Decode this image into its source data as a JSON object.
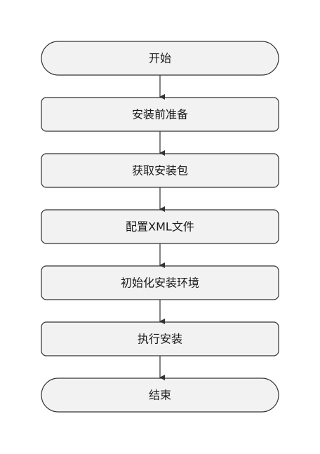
{
  "flowchart": {
    "steps": [
      {
        "label": "开始",
        "shape": "terminal"
      },
      {
        "label": "安装前准备",
        "shape": "process"
      },
      {
        "label": "获取安装包",
        "shape": "process"
      },
      {
        "label": "配置XML文件",
        "shape": "process"
      },
      {
        "label": "初始化安装环境",
        "shape": "process"
      },
      {
        "label": "执行安装",
        "shape": "process"
      },
      {
        "label": "结束",
        "shape": "terminal"
      }
    ],
    "colors": {
      "box_fill": "#f2f2f2",
      "box_stroke": "#333333",
      "arrow": "#333333",
      "text": "#1a1a1a"
    }
  }
}
